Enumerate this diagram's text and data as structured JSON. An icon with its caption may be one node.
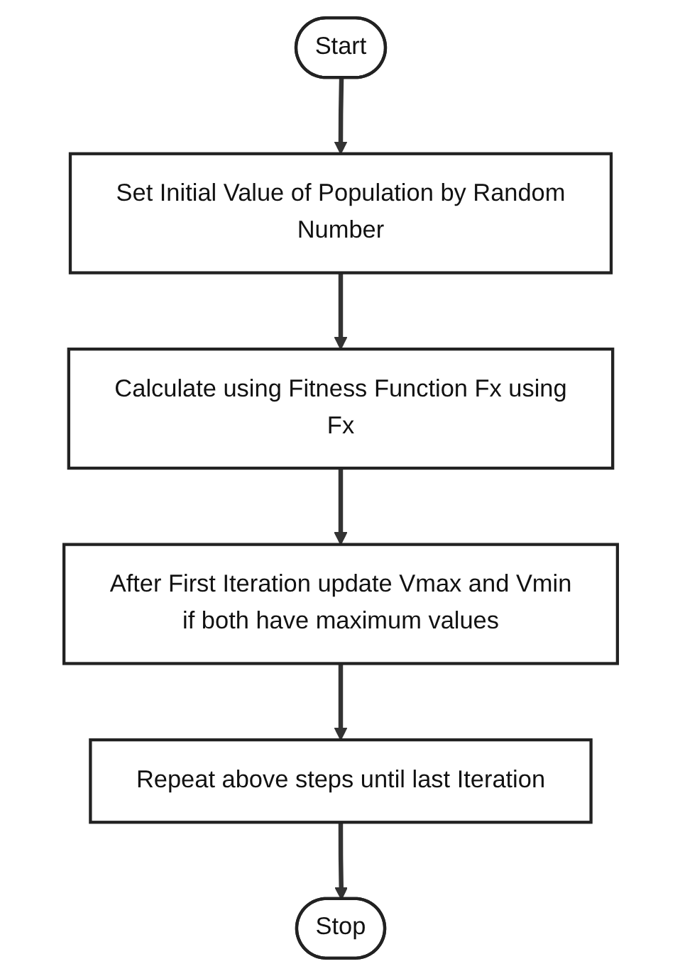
{
  "diagram": {
    "nodes": [
      {
        "text": [
          "Start"
        ]
      },
      {
        "text": [
          "Set Initial Value of Population by Random Number"
        ]
      },
      {
        "text": [
          "Calculate using Fitness Function Fx using Fx"
        ]
      },
      {
        "text": [
          "After First Iteration update Vmax and Vmin if both have maximum values"
        ]
      },
      {
        "text": [
          "Repeat above steps until last Iteration"
        ]
      },
      {
        "text": [
          "Stop"
        ]
      }
    ],
    "edges": [
      {
        "from": 0,
        "to": 1,
        "arrow": "to"
      },
      {
        "from": 1,
        "to": 2,
        "arrow": "to"
      },
      {
        "from": 2,
        "to": 3,
        "arrow": "to"
      },
      {
        "from": 3,
        "to": 4,
        "arrow": "to"
      },
      {
        "from": 4,
        "to": 5,
        "arrow": "to"
      }
    ]
  }
}
